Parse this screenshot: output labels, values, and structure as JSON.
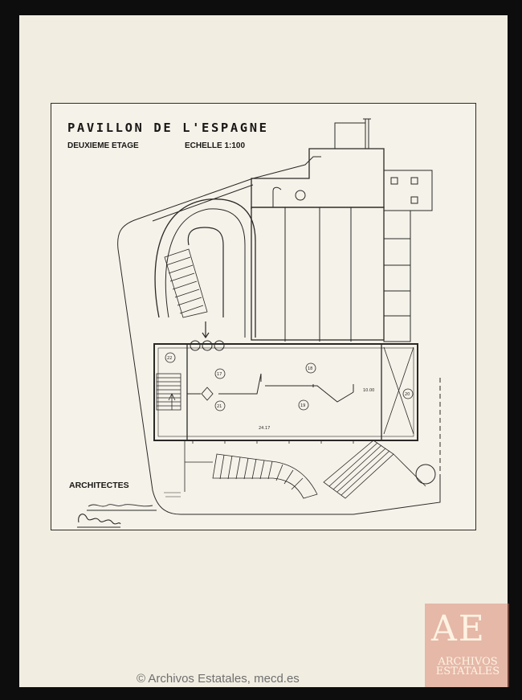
{
  "document": {
    "title": "PAVILLON DE L'ESPAGNE",
    "floor": "DEUXIEME ETAGE",
    "scale": "ECHELLE 1:100",
    "architects_label": "ARCHITECTES",
    "signatures": [
      "Sert",
      "Lacasa"
    ]
  },
  "plan": {
    "room_numbers": [
      "22",
      "17",
      "18",
      "20",
      "19",
      "21"
    ],
    "dimensions": [
      "24.17",
      "10.00"
    ]
  },
  "watermark": {
    "copyright": "© Archivos Estatales, mecd.es",
    "logo_letters": "AE",
    "logo_name_line1": "ARCHIVOS",
    "logo_name_line2": "ESTATALES"
  },
  "colors": {
    "background": "#0d0d0d",
    "paper": "#f1ede1",
    "ink": "#2b2926",
    "logo": "#d67864"
  }
}
